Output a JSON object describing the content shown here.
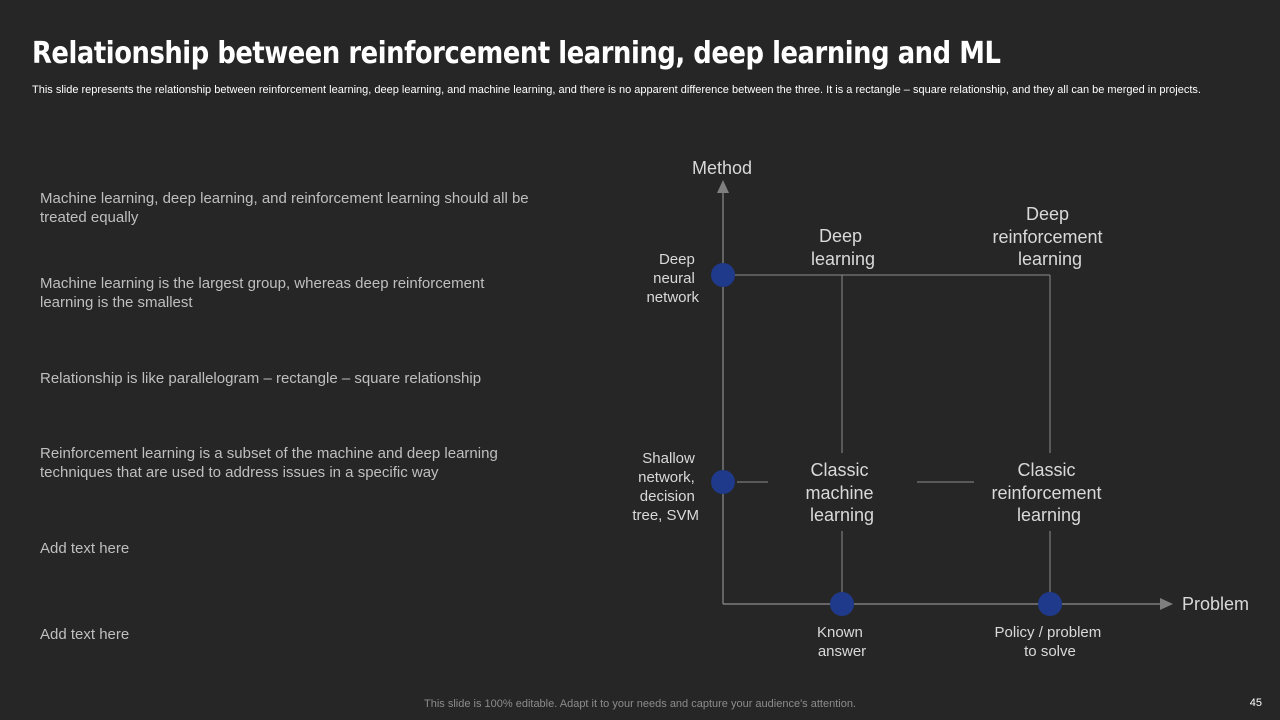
{
  "slide": {
    "title": "Relationship between reinforcement learning, deep learning and ML",
    "subtitle": "This slide represents the relationship between reinforcement learning, deep learning, and machine learning, and there is no apparent difference between the three. It is a rectangle – square relationship, and they all can be merged in projects.",
    "footer": "This slide is 100% editable. Adapt it to your needs and capture your audience's attention.",
    "page_number": "45"
  },
  "points": [
    "Machine learning, deep learning, and reinforcement learning should all be treated equally",
    "Machine learning is the largest group, whereas deep reinforcement learning is the smallest",
    "Relationship is like parallelogram – rectangle – square relationship",
    "Reinforcement learning is a subset of the machine and deep learning techniques that are used to address issues in a specific way",
    "Add text here",
    "Add text here"
  ],
  "diagram": {
    "y_axis_label": "Method",
    "x_axis_label": "Problem",
    "y_markers": [
      [
        "Deep",
        "neural",
        "network"
      ],
      [
        "Shallow",
        "network,",
        "decision",
        "tree, SVM"
      ]
    ],
    "x_markers": [
      [
        "Known",
        "answer"
      ],
      [
        "Policy / problem",
        "to solve"
      ]
    ],
    "quadrants": {
      "top_left": [
        "Deep",
        "learning"
      ],
      "top_right": [
        "Deep",
        "reinforcement",
        "learning"
      ],
      "bottom_left": [
        "Classic",
        "machine",
        "learning"
      ],
      "bottom_right": [
        "Classic",
        "reinforcement",
        "learning"
      ]
    },
    "colors": {
      "marker": "#1f3a8a",
      "line": "#8c8c8c",
      "label": "#d9d9d9"
    }
  }
}
